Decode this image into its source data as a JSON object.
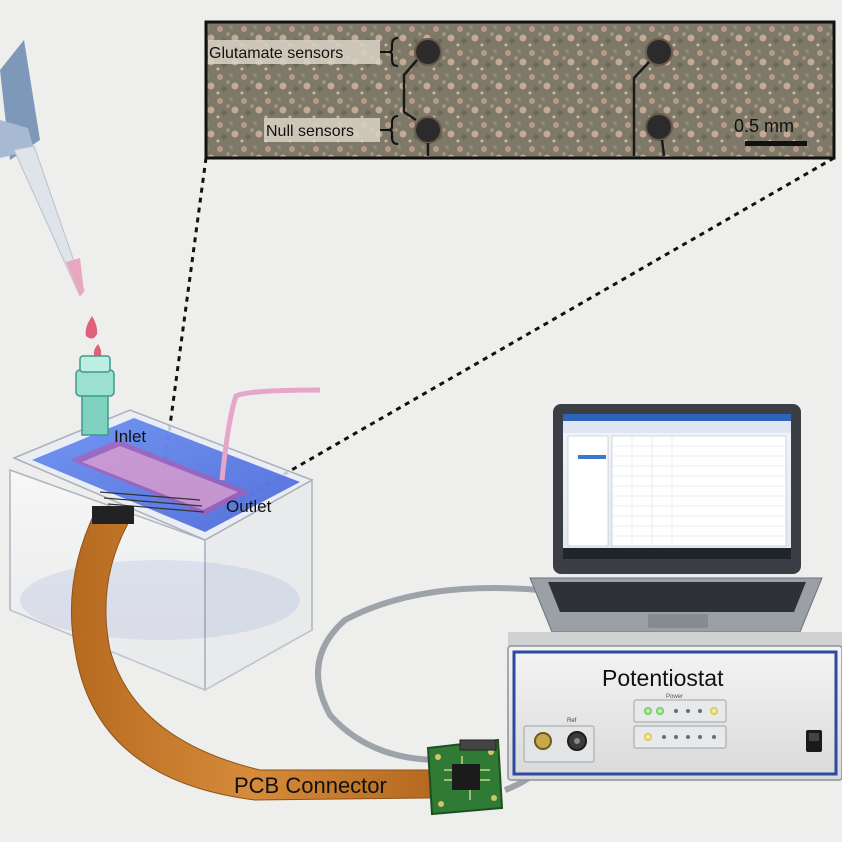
{
  "inset": {
    "glutamate_label": "Glutamate sensors",
    "null_label": "Null sensors",
    "scale_label": "0.5 mm"
  },
  "chip": {
    "inlet_label": "Inlet",
    "outlet_label": "Outlet"
  },
  "pcb": {
    "label": "PCB Connector"
  },
  "potentiostat": {
    "title": "Potentiostat",
    "panel_small_label": "Power",
    "port_label": "Ref"
  },
  "colors": {
    "background": "#eeeeec",
    "pcb_green": "#2f7a34",
    "flex_cable": "#c67a2a",
    "channel_blue": "#4a6fe0",
    "droplet_pink": "#e0607a",
    "led_green": "#7de36b",
    "led_yellow": "#e8d84a"
  }
}
